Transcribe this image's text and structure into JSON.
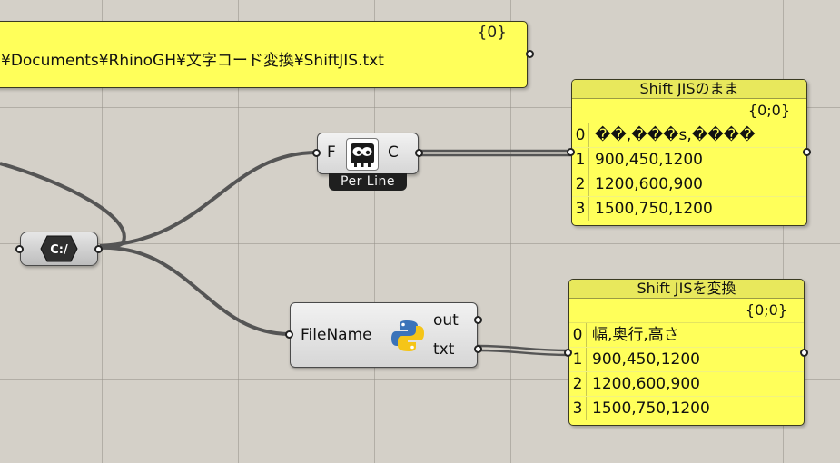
{
  "path_panel": {
    "index": "{0}",
    "text": "¥Documents¥RhinoGH¥文字コード変換¥ShiftJIS.txt"
  },
  "read_file": {
    "input_label": "F",
    "output_label": "C",
    "mode_label": "Per Line",
    "icon": "read-file-eyes-icon"
  },
  "file_path": {
    "icon": "file-path-icon",
    "icon_text": "C:/"
  },
  "python": {
    "input_label": "FileName",
    "outputs": [
      "out",
      "txt"
    ],
    "icon": "python-logo-icon"
  },
  "panel_raw": {
    "title": "Shift JISのまま",
    "path_index": "{0;0}",
    "rows": [
      {
        "i": "0",
        "v": "��,���s,����"
      },
      {
        "i": "1",
        "v": "900,450,1200"
      },
      {
        "i": "2",
        "v": "1200,600,900"
      },
      {
        "i": "3",
        "v": "1500,750,1200"
      }
    ]
  },
  "panel_converted": {
    "title": "Shift JISを変換",
    "path_index": "{0;0}",
    "rows": [
      {
        "i": "0",
        "v": "幅,奥行,高さ"
      },
      {
        "i": "1",
        "v": "900,450,1200"
      },
      {
        "i": "2",
        "v": "1200,600,900"
      },
      {
        "i": "3",
        "v": "1500,750,1200"
      }
    ]
  },
  "colors": {
    "canvas": "#d4d0c8",
    "panel": "#ffff5a",
    "wire": "#555555"
  }
}
